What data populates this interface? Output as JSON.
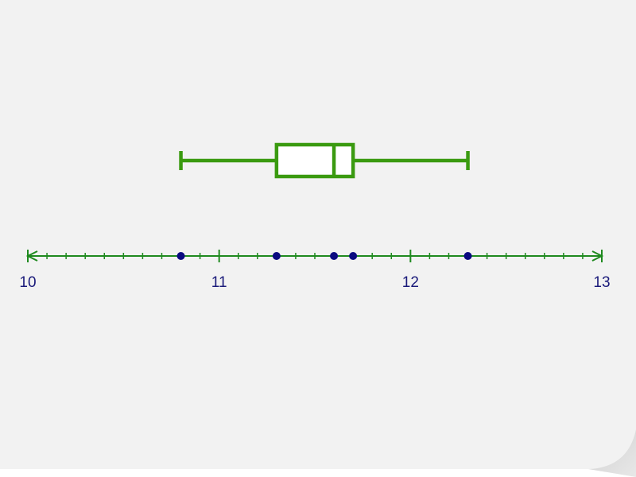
{
  "chart_data": {
    "type": "box",
    "box": {
      "min": 10.8,
      "q1": 11.3,
      "median": 11.6,
      "q3": 11.7,
      "max": 12.3
    },
    "points": [
      10.8,
      11.3,
      11.6,
      11.7,
      12.3
    ],
    "axis": {
      "range": [
        10,
        13
      ],
      "major_ticks": [
        10,
        11,
        12,
        13
      ],
      "major_tick_labels": [
        "10",
        "11",
        "12",
        "13"
      ],
      "minor_step": 0.1,
      "arrows": "both"
    },
    "grid": false,
    "colors": {
      "box": "#3a9a10",
      "axis": "#1f8a1f",
      "points": "#0a0a80",
      "labels": "#1a1a7a",
      "background": "#f2f2f2"
    }
  }
}
